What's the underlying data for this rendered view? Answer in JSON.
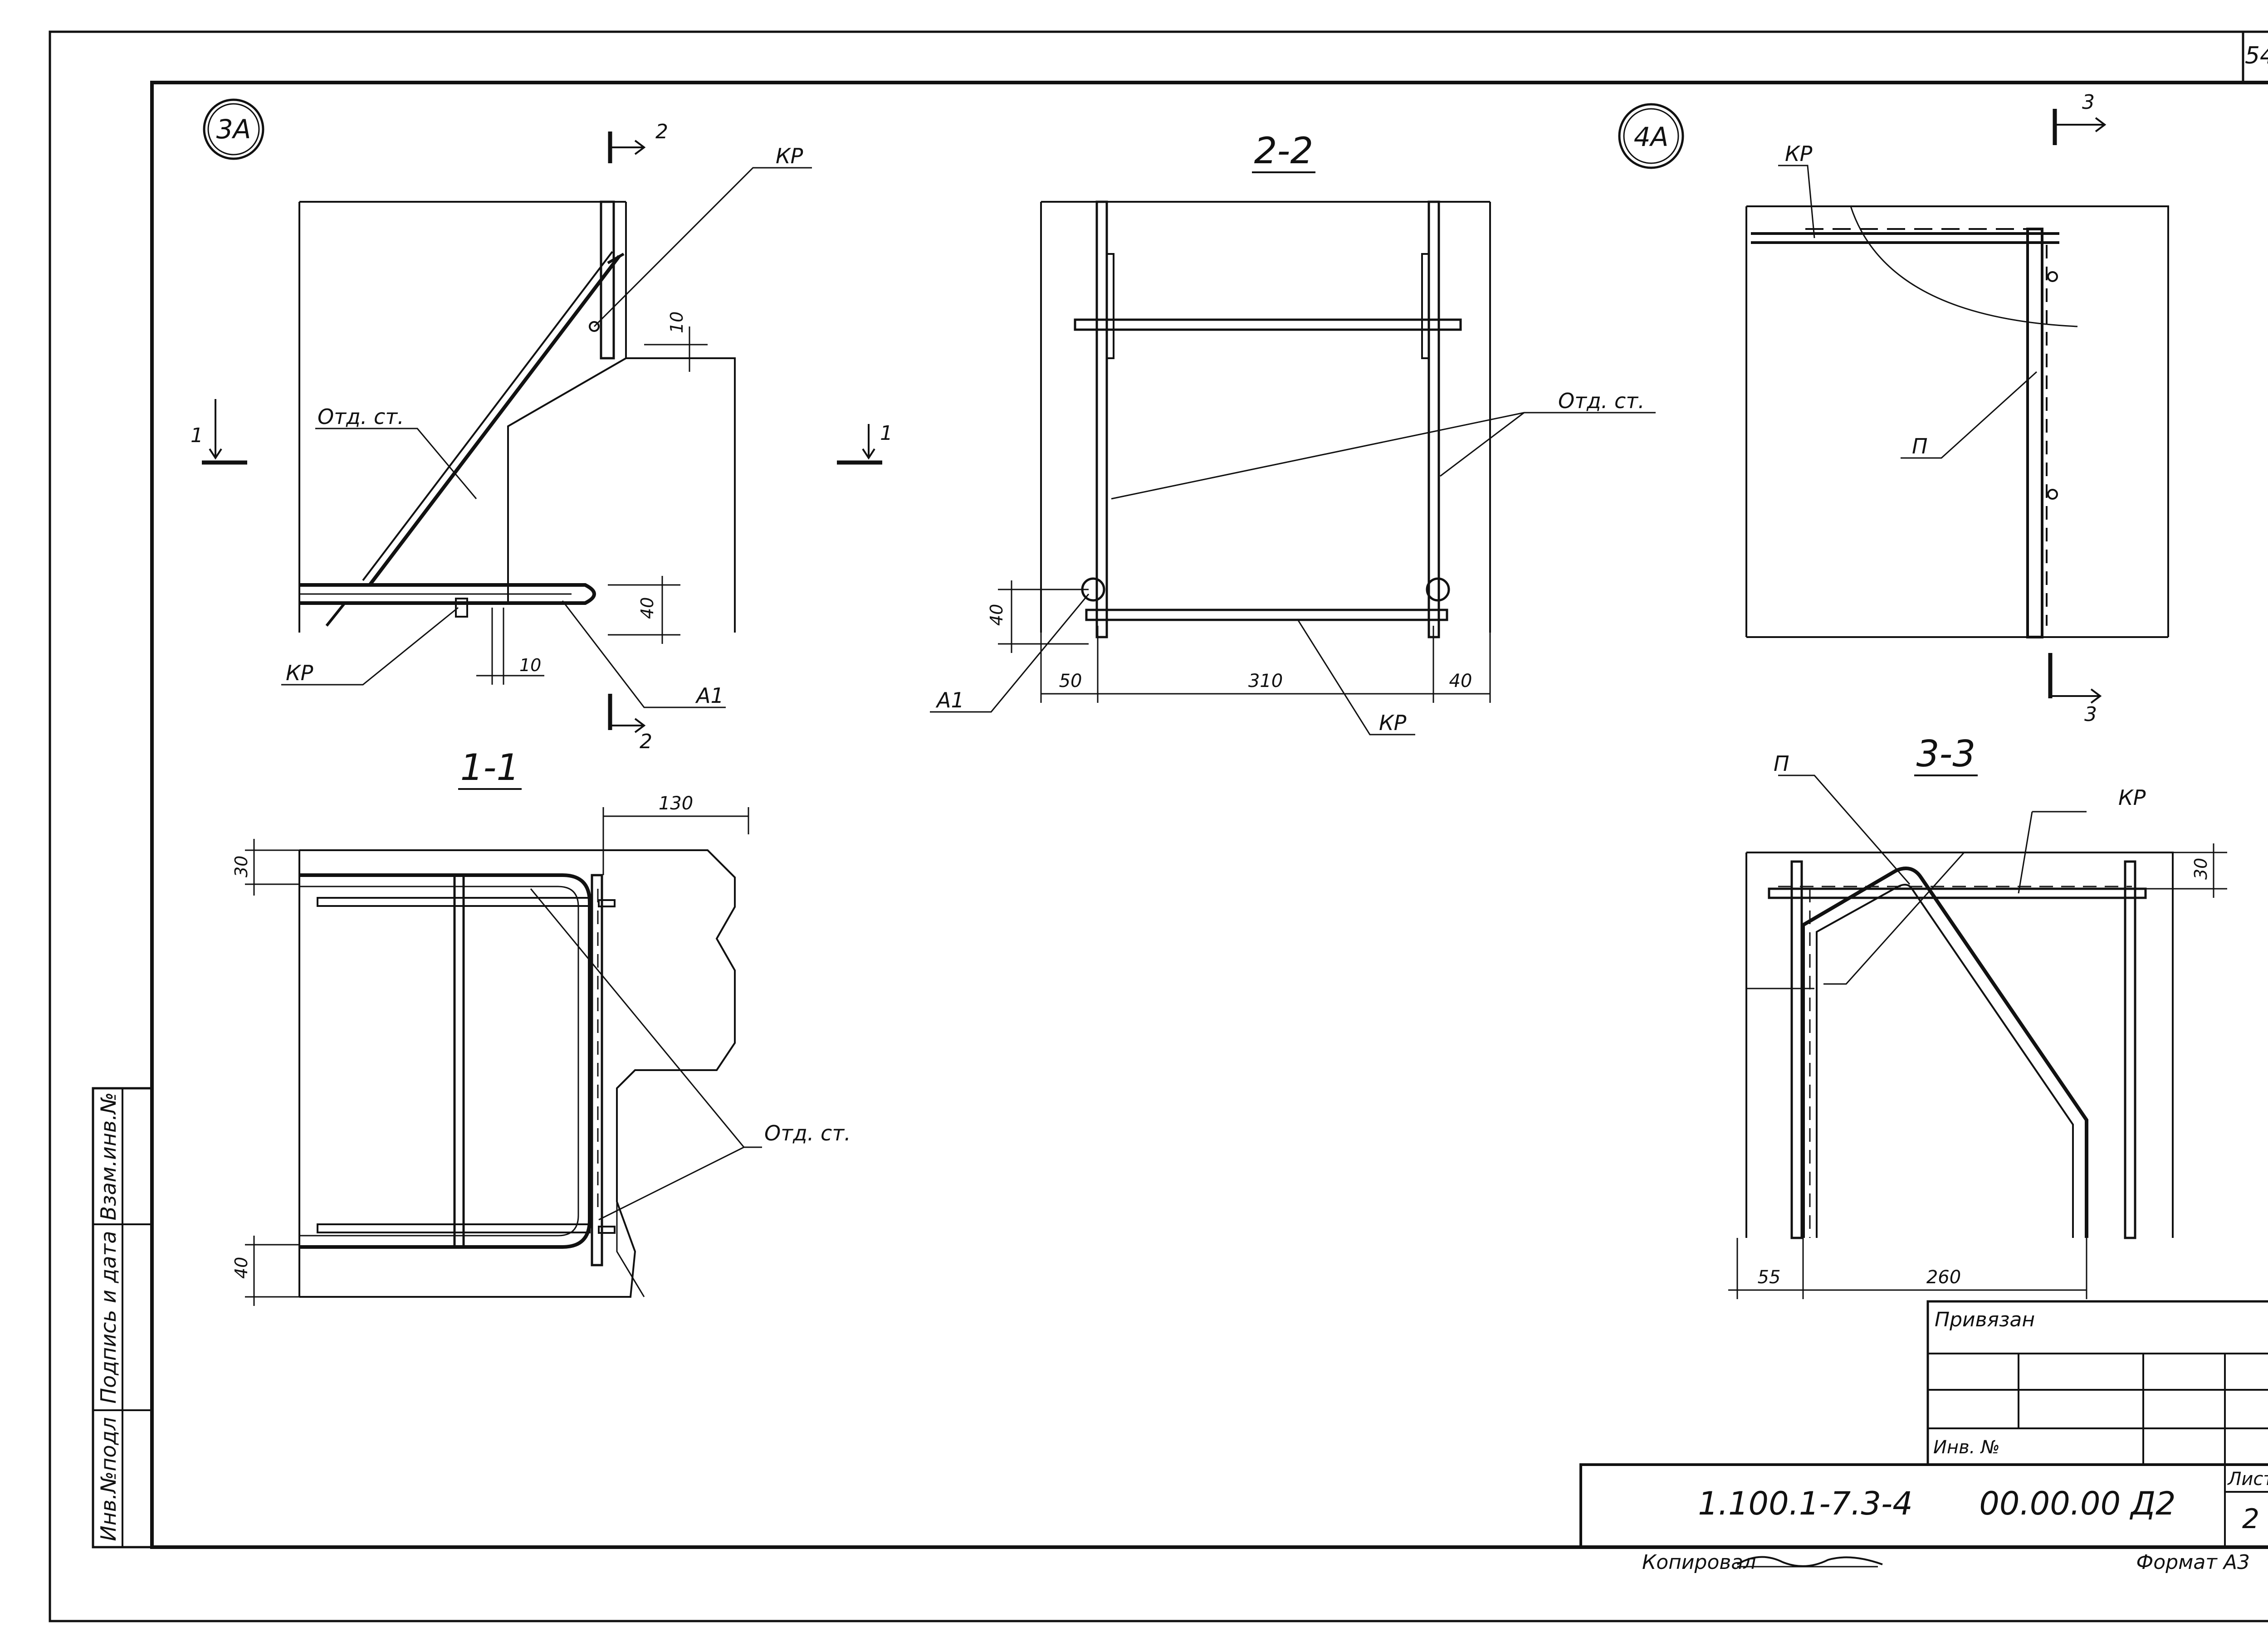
{
  "sheet_number": "54",
  "node_labels": {
    "node_3a": "3А",
    "node_4a": "4А"
  },
  "section_titles": {
    "s11": "1-1",
    "s22": "2-2",
    "s33": "3-3"
  },
  "marks": {
    "kp": "КР",
    "otd_st": "Отд. ст.",
    "a1": "А1",
    "p": "П",
    "cut1": "1",
    "cut2": "2",
    "cut3": "3"
  },
  "dimensions": {
    "d3a_10_top": "10",
    "d3a_40": "40",
    "d3a_10_bottom": "10",
    "d22_40": "40",
    "d22_50": "50",
    "d22_310": "310",
    "d22_40_right": "40",
    "d11_130": "130",
    "d11_30": "30",
    "d11_40": "40",
    "d33_30": "30",
    "d33_55": "55",
    "d33_260": "260"
  },
  "side_stamp": {
    "vzam_inv": "Взам.инв.№",
    "podpis_data": "Подпись и дата",
    "inv_podl": "Инв.№подл"
  },
  "title_block": {
    "privyazan": "Привязан",
    "inv_no": "Инв. №",
    "doc_code": "1.100.1-7.3-4",
    "drawing_code": "00.00.00 Д2",
    "list_label": "Лист",
    "list_no": "2",
    "kopiroval": "Копировал",
    "format": "Формат А3"
  }
}
